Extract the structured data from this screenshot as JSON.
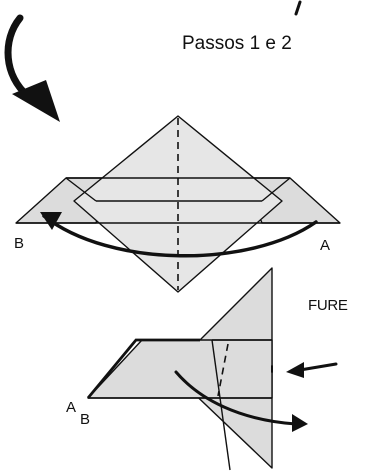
{
  "diagram": {
    "title": "Passos 1 e 2",
    "top_label_left": "B",
    "top_label_right": "A",
    "bottom_label_a": "A",
    "bottom_label_b": "B",
    "note": "FURE"
  }
}
